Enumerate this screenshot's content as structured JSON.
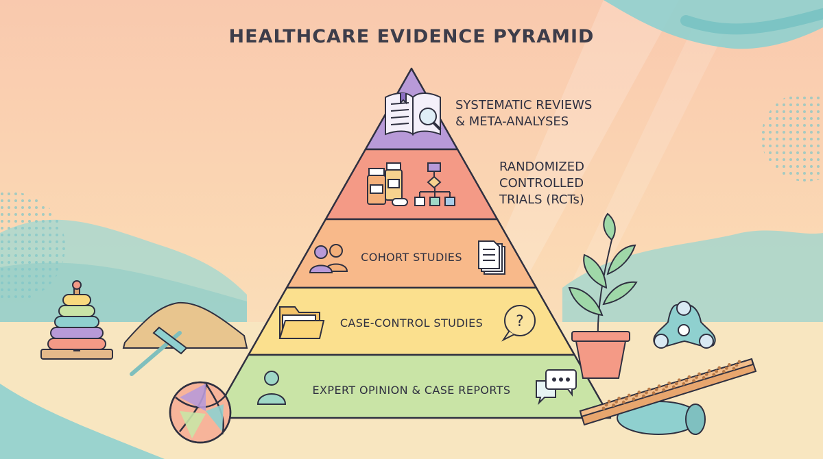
{
  "title": "HEALTHCARE EVIDENCE PYRAMID",
  "tiers": [
    {
      "label_lines": [
        "SYSTEMATIC REVIEWS",
        "& META-ANALYSES"
      ],
      "color": "#b89ad8",
      "icon": "open-book-magnifier-icon"
    },
    {
      "label_lines": [
        "RANDOMIZED",
        "CONTROLLED",
        "TRIALS (RCTs)"
      ],
      "color": "#f49a86",
      "icon": "medicine-bottles-flowchart-icon"
    },
    {
      "label": "COHORT STUDIES",
      "color": "#f8b98a",
      "icon": "people-documents-icon"
    },
    {
      "label": "CASE-CONTROL STUDIES",
      "color": "#fbe08e",
      "icon": "folder-question-icon"
    },
    {
      "label": "EXPERT OPINION & CASE REPORTS",
      "color": "#c9e4a6",
      "icon": "person-speech-bubble-icon"
    }
  ],
  "colors": {
    "outline": "#2f3040",
    "bg_top": "#f9c9b0",
    "bg_bottom": "#f8e7c2",
    "teal": "#8fd0cf"
  },
  "decorations": [
    "stacking-rings-toy-icon",
    "sand-pile-rake-icon",
    "ball-icon",
    "potted-plant-icon",
    "fidget-spinner-icon",
    "balance-board-icon"
  ]
}
